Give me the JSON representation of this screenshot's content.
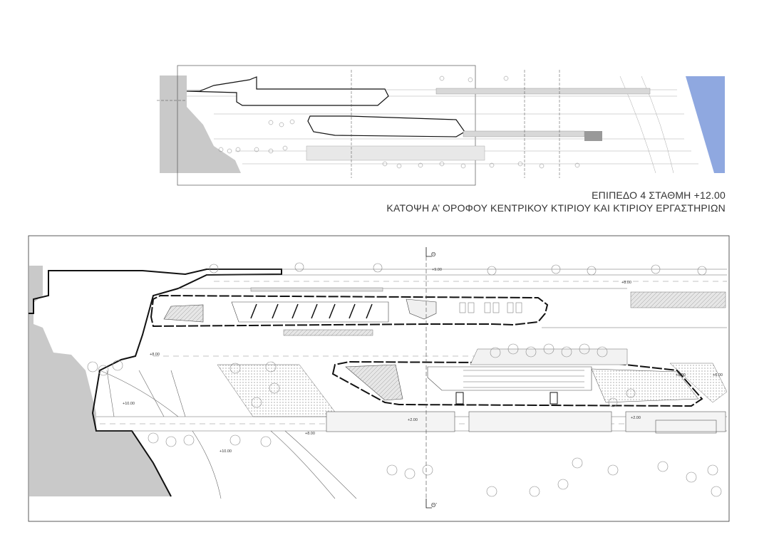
{
  "title": {
    "line1": "ΕΠΙΠΕΔΟ 4 ΣΤΑΘΜΗ +12.00",
    "line2": "ΚΑΤΟΨΗ Α’ ΟΡΟΦΟΥ ΚΕΝΤΡΙΚΟΥ ΚΤΙΡΙΟΥ ΚΑΙ ΚΤΙΡΙΟΥ ΕΡΓΑΣΤΗΡΙΩΝ"
  },
  "main_plan": {
    "section_top": "Θ",
    "section_bottom": "Θ’",
    "levels": [
      "+9.00",
      "+8.00",
      "+8.00",
      "+10.00",
      "+8.00",
      "+10.00",
      "+2.00",
      "+2.00",
      "+8.00",
      "+6.00"
    ]
  },
  "colors": {
    "terrain": "#c9c9c9",
    "water": "#8fa8e0",
    "line": "#111111"
  }
}
